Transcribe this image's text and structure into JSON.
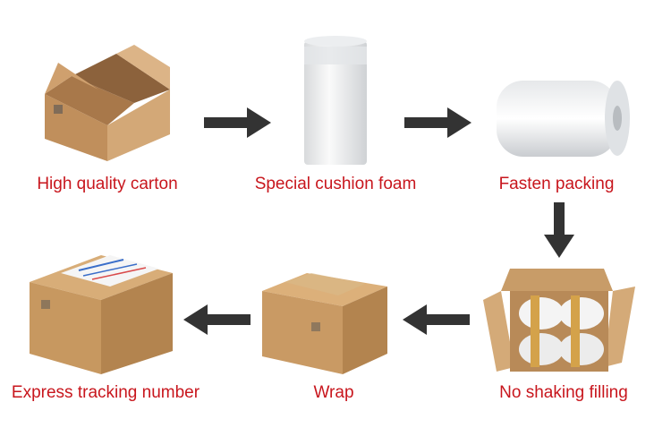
{
  "steps": [
    {
      "label": "High quality carton"
    },
    {
      "label": "Special cushion foam"
    },
    {
      "label": "Fasten packing"
    },
    {
      "label": "No shaking filling"
    },
    {
      "label": "Wrap"
    },
    {
      "label": "Express tracking number"
    }
  ],
  "colors": {
    "label": "#c8161d",
    "arrow": "#333333",
    "cardboard": "#c9a070",
    "tape": "#d4a24a"
  },
  "icons": [
    "open-carton-icon",
    "foam-roll-icon",
    "bubble-wrap-roll-icon",
    "filled-box-icon",
    "taped-box-icon",
    "labeled-box-icon",
    "arrow-icon"
  ]
}
